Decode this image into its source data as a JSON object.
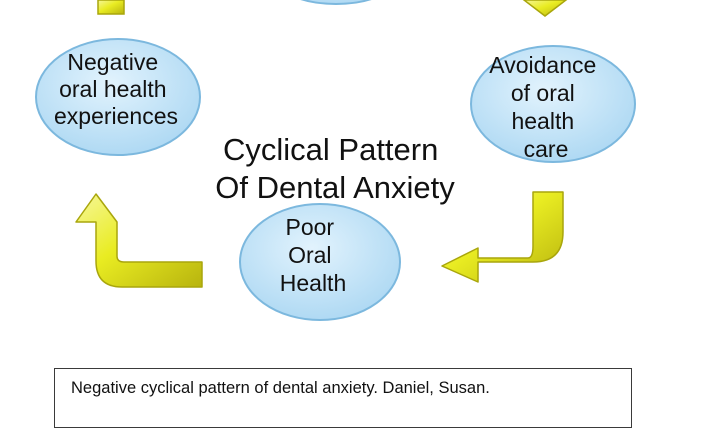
{
  "diagram": {
    "title_lines": [
      "Cyclical Pattern",
      "Of Dental Anxiety"
    ],
    "nodes": {
      "negative_experiences": {
        "lines": [
          "Negative",
          "oral health",
          "experiences"
        ]
      },
      "avoidance": {
        "lines": [
          "Avoidance",
          "of oral",
          "health",
          "care"
        ]
      },
      "poor_health": {
        "lines": [
          "Poor",
          "Oral",
          "Health"
        ]
      }
    },
    "colors": {
      "node_fill": "#bfe3f8",
      "node_stroke": "#7cb8de",
      "arrow_fill": "#e6ea1e",
      "arrow_stroke": "#a9a60c",
      "text": "#111111"
    }
  },
  "caption": {
    "text": "Negative cyclical pattern of dental anxiety. Daniel, Susan."
  }
}
